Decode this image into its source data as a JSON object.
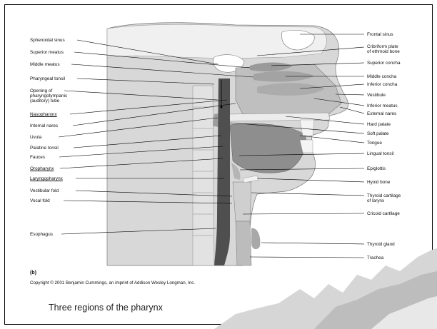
{
  "left_labels": [
    {
      "text": "Sphenoidal sinus",
      "underline": false
    },
    {
      "text": "Superior meatus",
      "underline": false
    },
    {
      "text": "Middle meatus",
      "underline": false
    },
    {
      "text": "Pharyngeal tonsil",
      "underline": false
    },
    {
      "text": "Opening of",
      "underline": false
    },
    {
      "text": "pharyngotympanic",
      "underline": false
    },
    {
      "text": "(auditory) tube",
      "underline": false
    },
    {
      "text": "Nasopharynx",
      "underline": true
    },
    {
      "text": "Internal nares",
      "underline": false
    },
    {
      "text": "Uvula",
      "underline": false
    },
    {
      "text": "Palatine tonsil",
      "underline": false
    },
    {
      "text": "Fauces",
      "underline": false
    },
    {
      "text": "Oropharynx",
      "underline": true
    },
    {
      "text": "Laryngopharynx",
      "underline": true
    },
    {
      "text": "Vestibular fold",
      "underline": false
    },
    {
      "text": "Vocal fold",
      "underline": false
    },
    {
      "text": "Esophagus",
      "underline": false
    }
  ],
  "right_labels": [
    {
      "text": "Frontal sinus"
    },
    {
      "text": "Cribriform plate"
    },
    {
      "text": "of ethmoid bone"
    },
    {
      "text": "Superior concha"
    },
    {
      "text": "Middle concha"
    },
    {
      "text": "Inferior concha"
    },
    {
      "text": "Vestibule"
    },
    {
      "text": "Inferior meatus"
    },
    {
      "text": "External nares"
    },
    {
      "text": "Hard palate"
    },
    {
      "text": "Soft palate"
    },
    {
      "text": "Tongue"
    },
    {
      "text": "Lingual tonsil"
    },
    {
      "text": "Epiglottis"
    },
    {
      "text": "Hyoid bone"
    },
    {
      "text": "Thyroid cartilage"
    },
    {
      "text": "of larynx"
    },
    {
      "text": "Cricoid cartilage"
    },
    {
      "text": "Thyroid gland"
    },
    {
      "text": "Trachea"
    }
  ],
  "panel_letter": "(b)",
  "copyright": "Copyright © 2001 Benjamin Cummings, an imprint of Addison Wesley Longman, Inc.",
  "caption": "Three regions of the pharynx",
  "colors": {
    "tissue": "#c9c9c9",
    "bone": "#e6e6e6",
    "dark_airway": "#5a5a5a",
    "muscle": "#9a9a9a",
    "leader": "#000000",
    "corner_decor": "#c8c8c8"
  }
}
